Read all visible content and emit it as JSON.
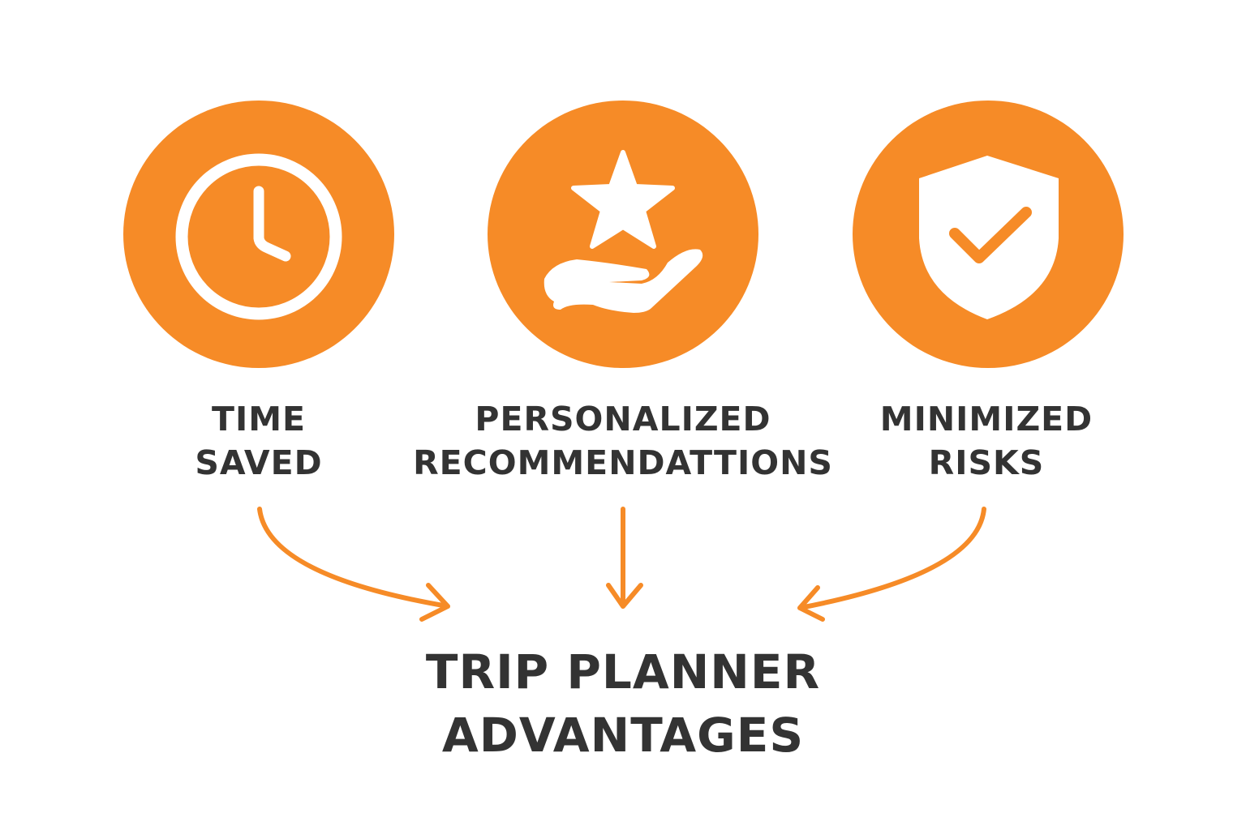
{
  "colors": {
    "accent": "#F68B27",
    "text": "#333333",
    "icon": "#FFFFFF"
  },
  "benefits": [
    {
      "icon": "clock-icon",
      "line1": "TIME",
      "line2": "SAVED"
    },
    {
      "icon": "star-in-hand-icon",
      "line1": "PERSONALIZED",
      "line2": "RECOMMENDATTIONS"
    },
    {
      "icon": "shield-check-icon",
      "line1": "MINIMIZED",
      "line2": "RISKS"
    }
  ],
  "title": {
    "line1": "TRIP PLANNER",
    "line2": "ADVANTAGES"
  }
}
